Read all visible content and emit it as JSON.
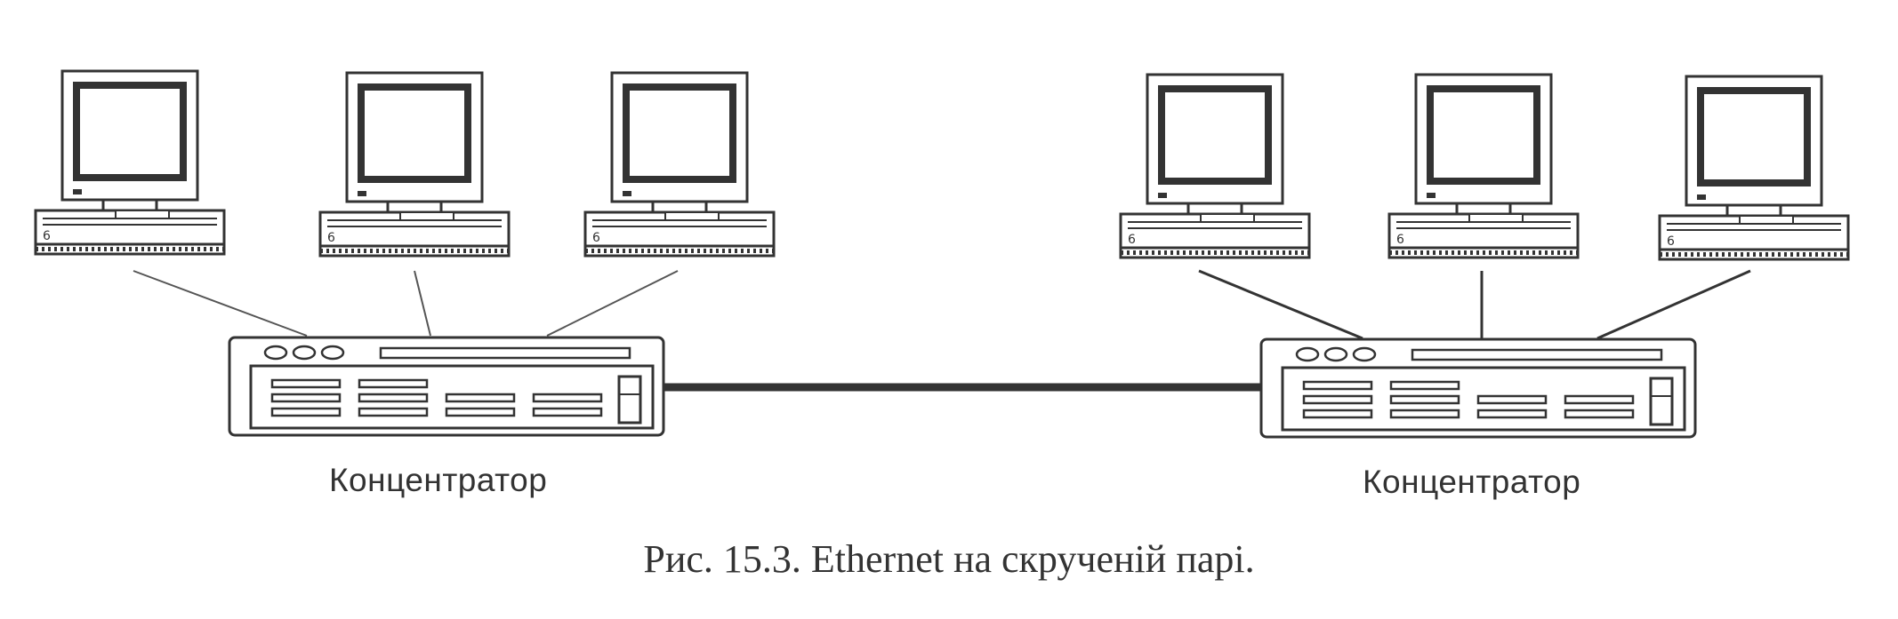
{
  "diagram": {
    "hub_left_label": "Концентратор",
    "hub_right_label": "Концентратор",
    "caption": "Рис. 15.3. Ethernet на скрученій парі.",
    "colors": {
      "ink": "#333333",
      "background": "#ffffff"
    }
  }
}
